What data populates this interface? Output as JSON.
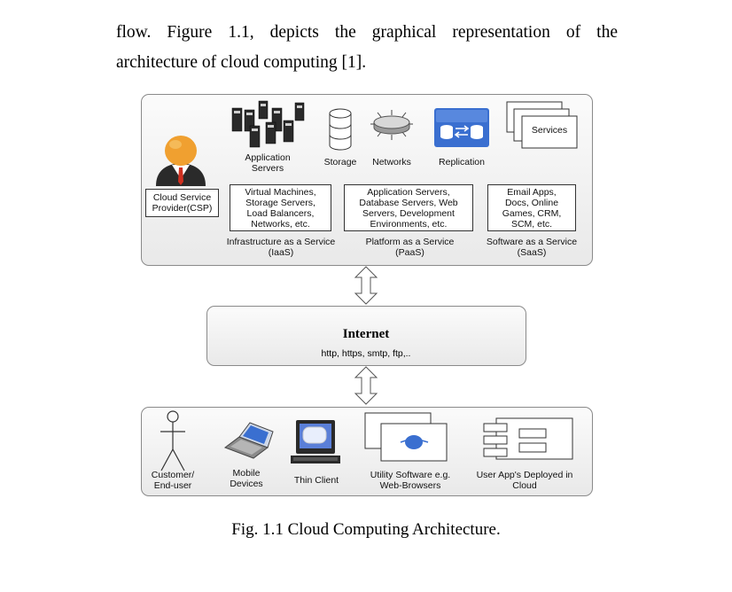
{
  "paragraph": {
    "line1": "flow. Figure 1.1, depicts the graphical representation of the",
    "line2": "architecture of cloud computing [1]."
  },
  "figure": {
    "provider": {
      "csp_label": "Cloud Service\nProvider(CSP)",
      "icons": {
        "application_servers": "Application\nServers",
        "storage": "Storage",
        "networks": "Networks",
        "replication": "Replication",
        "services": "Services"
      },
      "layers": {
        "iaas": {
          "box": "Virtual Machines,\nStorage Servers,\nLoad Balancers,\nNetworks, etc.",
          "label": "Infrastructure as a Service\n(IaaS)"
        },
        "paas": {
          "box": "Application Servers,\nDatabase Servers, Web\nServers, Development\nEnvironments, etc.",
          "label": "Platform as a Service\n(PaaS)"
        },
        "saas": {
          "box": "Email Apps,\nDocs, Online\nGames, CRM,\nSCM, etc.",
          "label": "Software as a Service\n(SaaS)"
        }
      }
    },
    "internet": {
      "title": "Internet",
      "protocols": "http, https, smtp, ftp,.."
    },
    "clients": {
      "customer": "Customer/\nEnd-user",
      "mobile": "Mobile\nDevices",
      "thin_client": "Thin Client",
      "utility": "Utility Software e.g.\nWeb-Browsers",
      "user_apps": "User App's Deployed in\nCloud"
    },
    "colors": {
      "panel_border": "#8a8a8a",
      "replication_blue": "#3a6fd0",
      "person_head": "#f0a030",
      "tie": "#d03020"
    }
  },
  "caption": "Fig. 1.1 Cloud Computing Architecture."
}
